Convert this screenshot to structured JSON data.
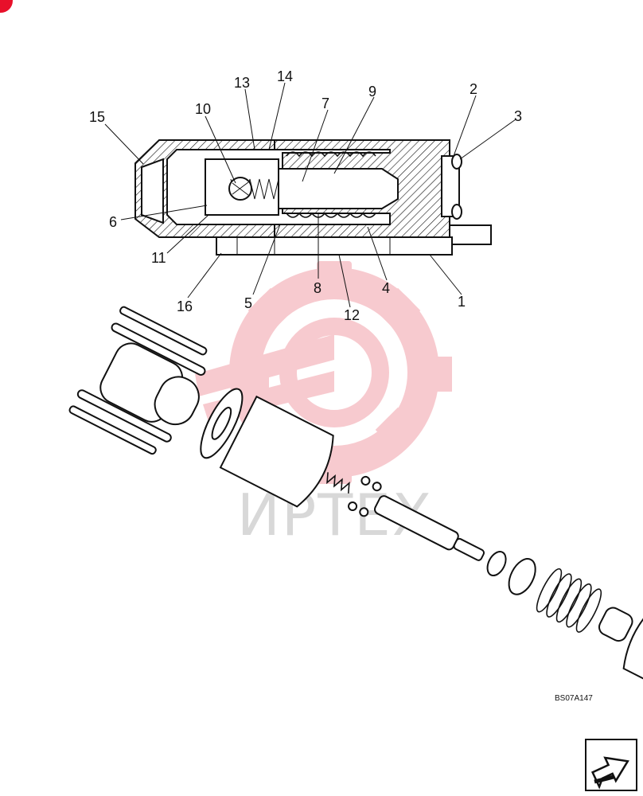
{
  "diagram": {
    "callouts": [
      {
        "id": "c1",
        "label": "1"
      },
      {
        "id": "c2",
        "label": "2"
      },
      {
        "id": "c3",
        "label": "3"
      },
      {
        "id": "c4",
        "label": "4"
      },
      {
        "id": "c5",
        "label": "5"
      },
      {
        "id": "c6",
        "label": "6"
      },
      {
        "id": "c7",
        "label": "7"
      },
      {
        "id": "c8",
        "label": "8"
      },
      {
        "id": "c9",
        "label": "9"
      },
      {
        "id": "c10",
        "label": "10"
      },
      {
        "id": "c11",
        "label": "11"
      },
      {
        "id": "c12",
        "label": "12"
      },
      {
        "id": "c13",
        "label": "13"
      },
      {
        "id": "c14",
        "label": "14"
      },
      {
        "id": "c15",
        "label": "15"
      },
      {
        "id": "c16",
        "label": "16"
      }
    ],
    "reference_code": "BS07A147"
  },
  "watermark": {
    "text": "ИРТЕХ",
    "color": "#f2a0a8"
  },
  "navigation": {
    "icon": "arrow-next-icon"
  },
  "colors": {
    "line": "#111111",
    "watermark": "#f2a0a8",
    "corner_badge": "#e8102a"
  }
}
